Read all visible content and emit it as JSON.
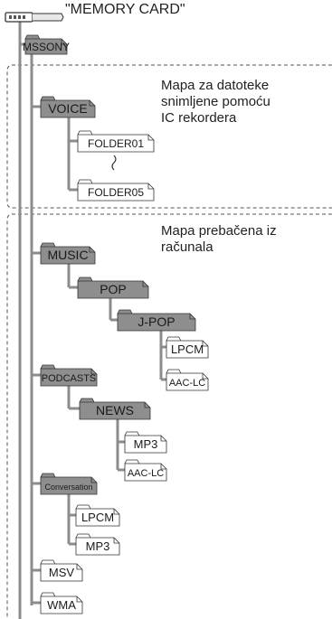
{
  "root": {
    "title": "\"MEMORY CARD\"",
    "icon": "memory-card-icon"
  },
  "sections": {
    "ic_recorder_note": "Mapa za datoteke\nsnimljene pomoću\nIC rekordera",
    "pc_transfer_note": "Mapa prebačena iz\nračunala"
  },
  "folders": {
    "mssony": "MSSONY",
    "voice": "VOICE",
    "folder01": "FOLDER01",
    "folder05": "FOLDER05",
    "music": "MUSIC",
    "pop": "POP",
    "jpop": "J-POP",
    "music_lpcm": "LPCM",
    "music_aaclc": "AAC-LC",
    "podcasts": "PODCASTS",
    "news": "NEWS",
    "news_mp3": "MP3",
    "news_aaclc": "AAC-LC",
    "conversation": "Conversation",
    "conv_lpcm": "LPCM",
    "conv_mp3": "MP3",
    "msv": "MSV",
    "wma": "WMA"
  },
  "colors": {
    "gray_folder": "#8e8e8e",
    "white_folder": "#ffffff",
    "tree_line": "#8c8c8c",
    "dashed_border": "#555555",
    "text": "#222222"
  }
}
